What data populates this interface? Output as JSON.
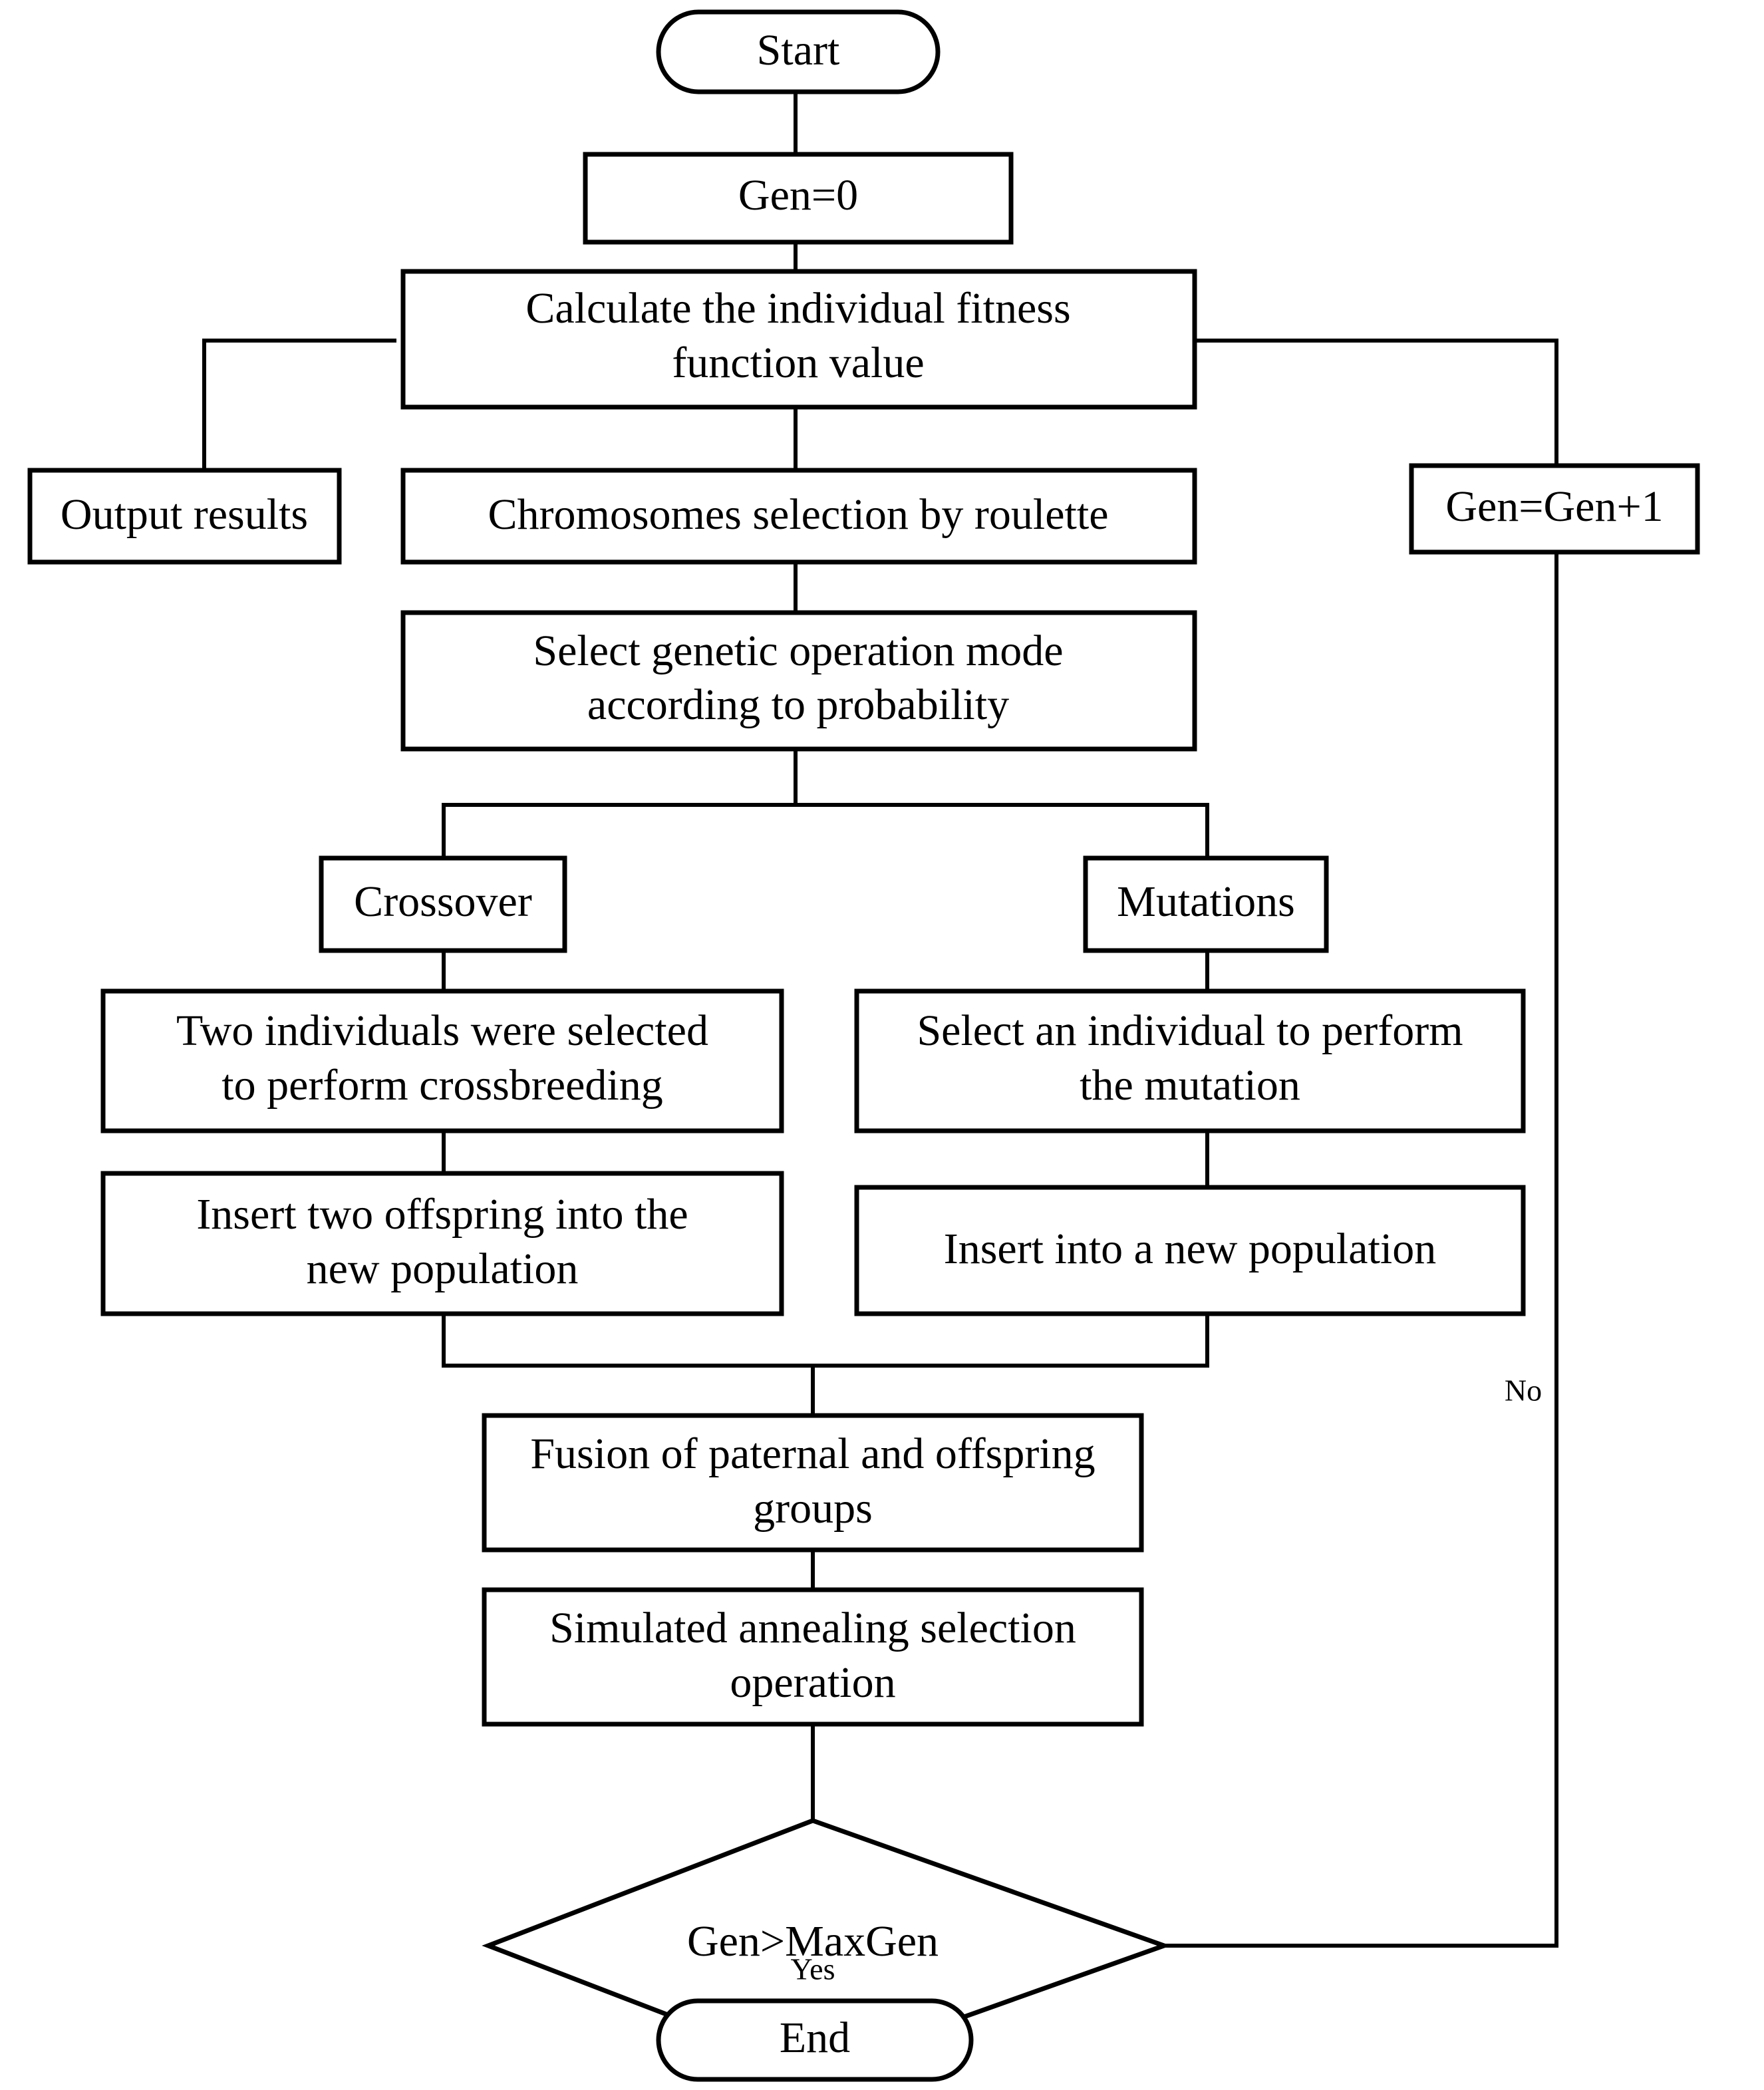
{
  "diagram": {
    "title": "Genetic algorithm with simulated annealing flowchart",
    "type": "flowchart",
    "colors": {
      "background": "#ffffff",
      "stroke": "#000000",
      "fill": "#ffffff",
      "text": "#000000"
    },
    "nodes": [
      {
        "id": "start",
        "label": "Start",
        "shape": "stadium"
      },
      {
        "id": "gen0",
        "label": "Gen=0",
        "shape": "rect"
      },
      {
        "id": "fitness",
        "label_line1": "Calculate the individual fitness",
        "label_line2": "function value",
        "shape": "rect"
      },
      {
        "id": "output",
        "label": "Output results",
        "shape": "rect"
      },
      {
        "id": "roulette",
        "label": "Chromosomes selection by roulette",
        "shape": "rect"
      },
      {
        "id": "genplus",
        "label": "Gen=Gen+1",
        "shape": "rect"
      },
      {
        "id": "selectmode",
        "label_line1": "Select genetic operation mode",
        "label_line2": "according to probability",
        "shape": "rect"
      },
      {
        "id": "crossover",
        "label": "Crossover",
        "shape": "rect"
      },
      {
        "id": "mutations",
        "label": "Mutations",
        "shape": "rect"
      },
      {
        "id": "twoind",
        "label_line1": "Two individuals were selected",
        "label_line2": "to perform crossbreeding",
        "shape": "rect"
      },
      {
        "id": "selectind",
        "label_line1": "Select an individual to perform",
        "label_line2": "the mutation",
        "shape": "rect"
      },
      {
        "id": "insert2",
        "label_line1": "Insert two offspring into the",
        "label_line2": "new population",
        "shape": "rect"
      },
      {
        "id": "insertnew",
        "label": "Insert into a new population",
        "shape": "rect"
      },
      {
        "id": "fusion",
        "label_line1": "Fusion of paternal and offspring",
        "label_line2": "groups",
        "shape": "rect"
      },
      {
        "id": "annealing",
        "label_line1": "Simulated annealing selection",
        "label_line2": "operation",
        "shape": "rect"
      },
      {
        "id": "decision",
        "label": "Gen>MaxGen",
        "shape": "diamond"
      },
      {
        "id": "end",
        "label": "End",
        "shape": "stadium"
      }
    ],
    "edge_labels": [
      {
        "id": "no-label",
        "text": "No"
      },
      {
        "id": "yes-label",
        "text": "Yes"
      }
    ]
  }
}
